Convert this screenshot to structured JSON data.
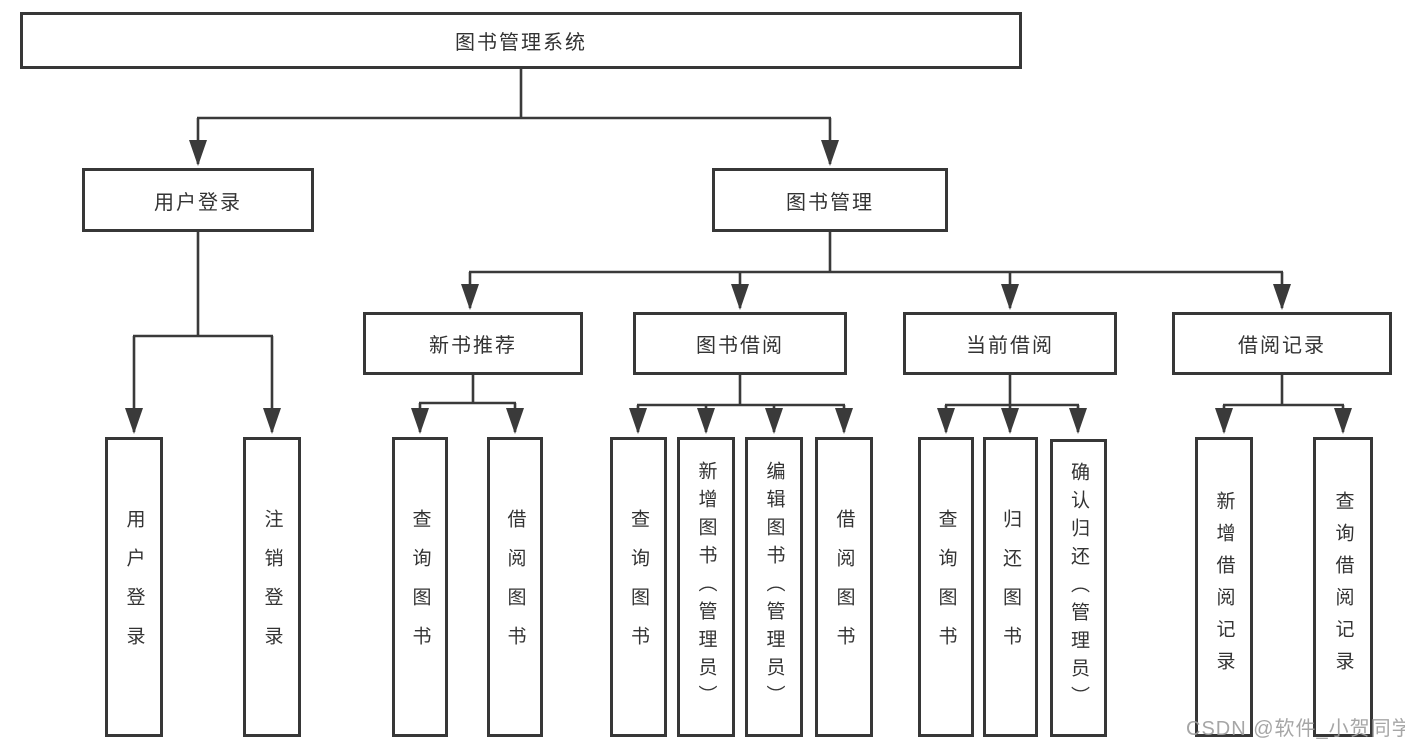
{
  "diagram": {
    "root": {
      "label": "图书管理系统"
    },
    "level2": {
      "user_login": {
        "label": "用户登录"
      },
      "book_management": {
        "label": "图书管理"
      }
    },
    "level3": {
      "new_book_recommend": {
        "label": "新书推荐"
      },
      "book_borrowing": {
        "label": "图书借阅"
      },
      "current_borrowing": {
        "label": "当前借阅"
      },
      "borrow_records": {
        "label": "借阅记录"
      }
    },
    "leaves": {
      "user_login": {
        "label": "用户登录"
      },
      "logout": {
        "label": "注销登录"
      },
      "query_books_recommend": {
        "label": "查询图书"
      },
      "borrow_books_recommend": {
        "label": "借阅图书"
      },
      "query_books_borrowing": {
        "label": "查询图书"
      },
      "add_books_admin": {
        "label": "新增图书（管理员）"
      },
      "edit_books_admin": {
        "label": "编辑图书（管理员）"
      },
      "borrow_books_borrowing": {
        "label": "借阅图书"
      },
      "query_books_current": {
        "label": "查询图书"
      },
      "return_books": {
        "label": "归还图书"
      },
      "confirm_return_admin": {
        "label": "确认归还（管理员）"
      },
      "add_borrow_record": {
        "label": "新增借阅记录"
      },
      "query_borrow_record": {
        "label": "查询借阅记录"
      }
    }
  },
  "watermark": {
    "text": "CSDN @软件_小贺同学"
  },
  "colors": {
    "line": "#3a3a3a",
    "box_border": "#373737",
    "text": "#333333",
    "watermark": "#9e9e9e",
    "background": "#ffffff"
  }
}
